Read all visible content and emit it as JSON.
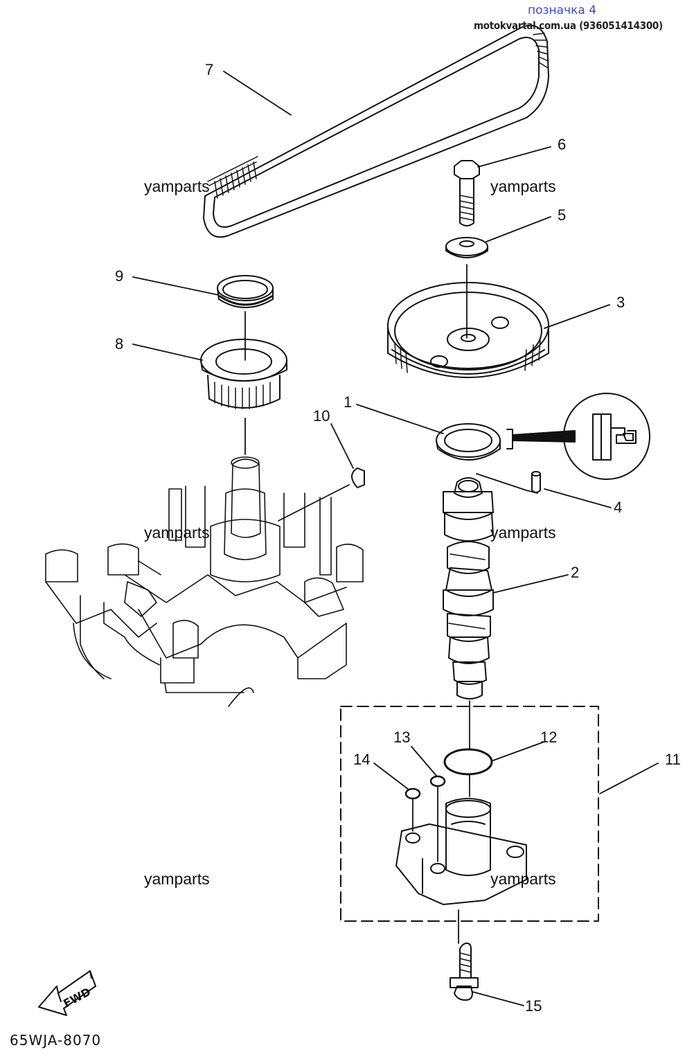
{
  "header": {
    "title": "позначка 4",
    "source": "motokvartal.com.ua (936051414300)"
  },
  "watermark": "yamparts",
  "fwd_label": "FWD",
  "diagram_code": "65WJA-8070",
  "parts": [
    {
      "number": "1",
      "description": "oil seal"
    },
    {
      "number": "2",
      "description": "camshaft"
    },
    {
      "number": "3",
      "description": "driven pulley"
    },
    {
      "number": "4",
      "description": "pin"
    },
    {
      "number": "5",
      "description": "washer"
    },
    {
      "number": "6",
      "description": "bolt"
    },
    {
      "number": "7",
      "description": "timing belt"
    },
    {
      "number": "8",
      "description": "drive pulley"
    },
    {
      "number": "9",
      "description": "belt guide"
    },
    {
      "number": "10",
      "description": "woodruff key"
    },
    {
      "number": "11",
      "description": "oil pump assy"
    },
    {
      "number": "12",
      "description": "o-ring"
    },
    {
      "number": "13",
      "description": "o-ring"
    },
    {
      "number": "14",
      "description": "o-ring"
    },
    {
      "number": "15",
      "description": "bolt"
    }
  ],
  "colors": {
    "line": "#111111",
    "header_accent": "#3b46d6"
  }
}
